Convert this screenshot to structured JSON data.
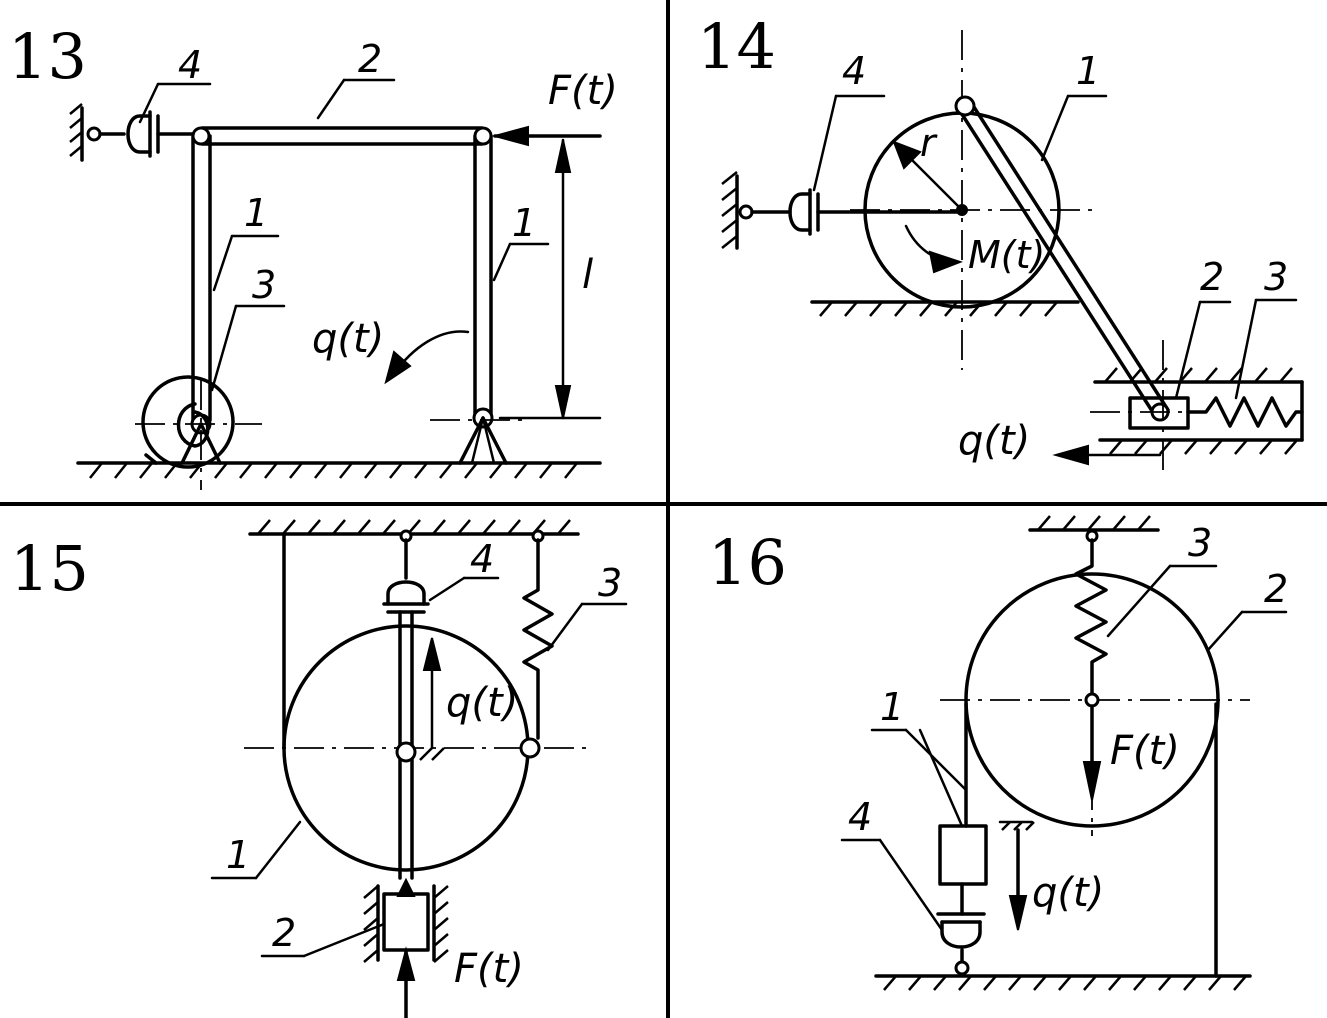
{
  "panels": [
    {
      "number": "13",
      "labels": {
        "n1a": "1",
        "n1b": "1",
        "n2": "2",
        "n3": "3",
        "n4": "4",
        "force": "F(t)",
        "coord": "q(t)",
        "length": "l"
      }
    },
    {
      "number": "14",
      "labels": {
        "n1": "1",
        "n2": "2",
        "n3": "3",
        "n4": "4",
        "radius": "r",
        "moment": "M(t)",
        "coord": "q(t)"
      }
    },
    {
      "number": "15",
      "labels": {
        "n1": "1",
        "n2": "2",
        "n3": "3",
        "n4": "4",
        "coord": "q(t)",
        "force": "F(t)"
      }
    },
    {
      "number": "16",
      "labels": {
        "n1": "1",
        "n2": "2",
        "n3": "3",
        "n4": "4",
        "force": "F(t)",
        "coord": "q(t)"
      }
    }
  ]
}
